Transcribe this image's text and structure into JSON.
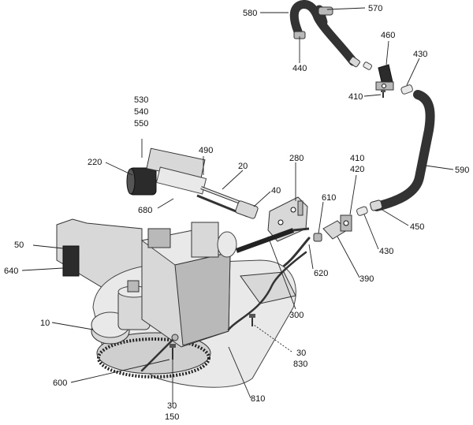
{
  "labels": {
    "l580": "580",
    "l570": "570",
    "l460": "460",
    "l440": "440",
    "l430a": "430",
    "l410a": "410",
    "l530": "530",
    "l540": "540",
    "l550": "550",
    "l490": "490",
    "l220": "220",
    "l20": "20",
    "l280": "280",
    "l40": "40",
    "l680": "680",
    "l610": "610",
    "l410b": "410",
    "l420": "420",
    "l590": "590",
    "l450": "450",
    "l430b": "430",
    "l50": "50",
    "l640": "640",
    "l620": "620",
    "l390": "390",
    "l10": "10",
    "l300": "300",
    "l30a": "30",
    "l830": "830",
    "l600": "600",
    "l810": "810",
    "l30b": "30",
    "l150": "150"
  }
}
